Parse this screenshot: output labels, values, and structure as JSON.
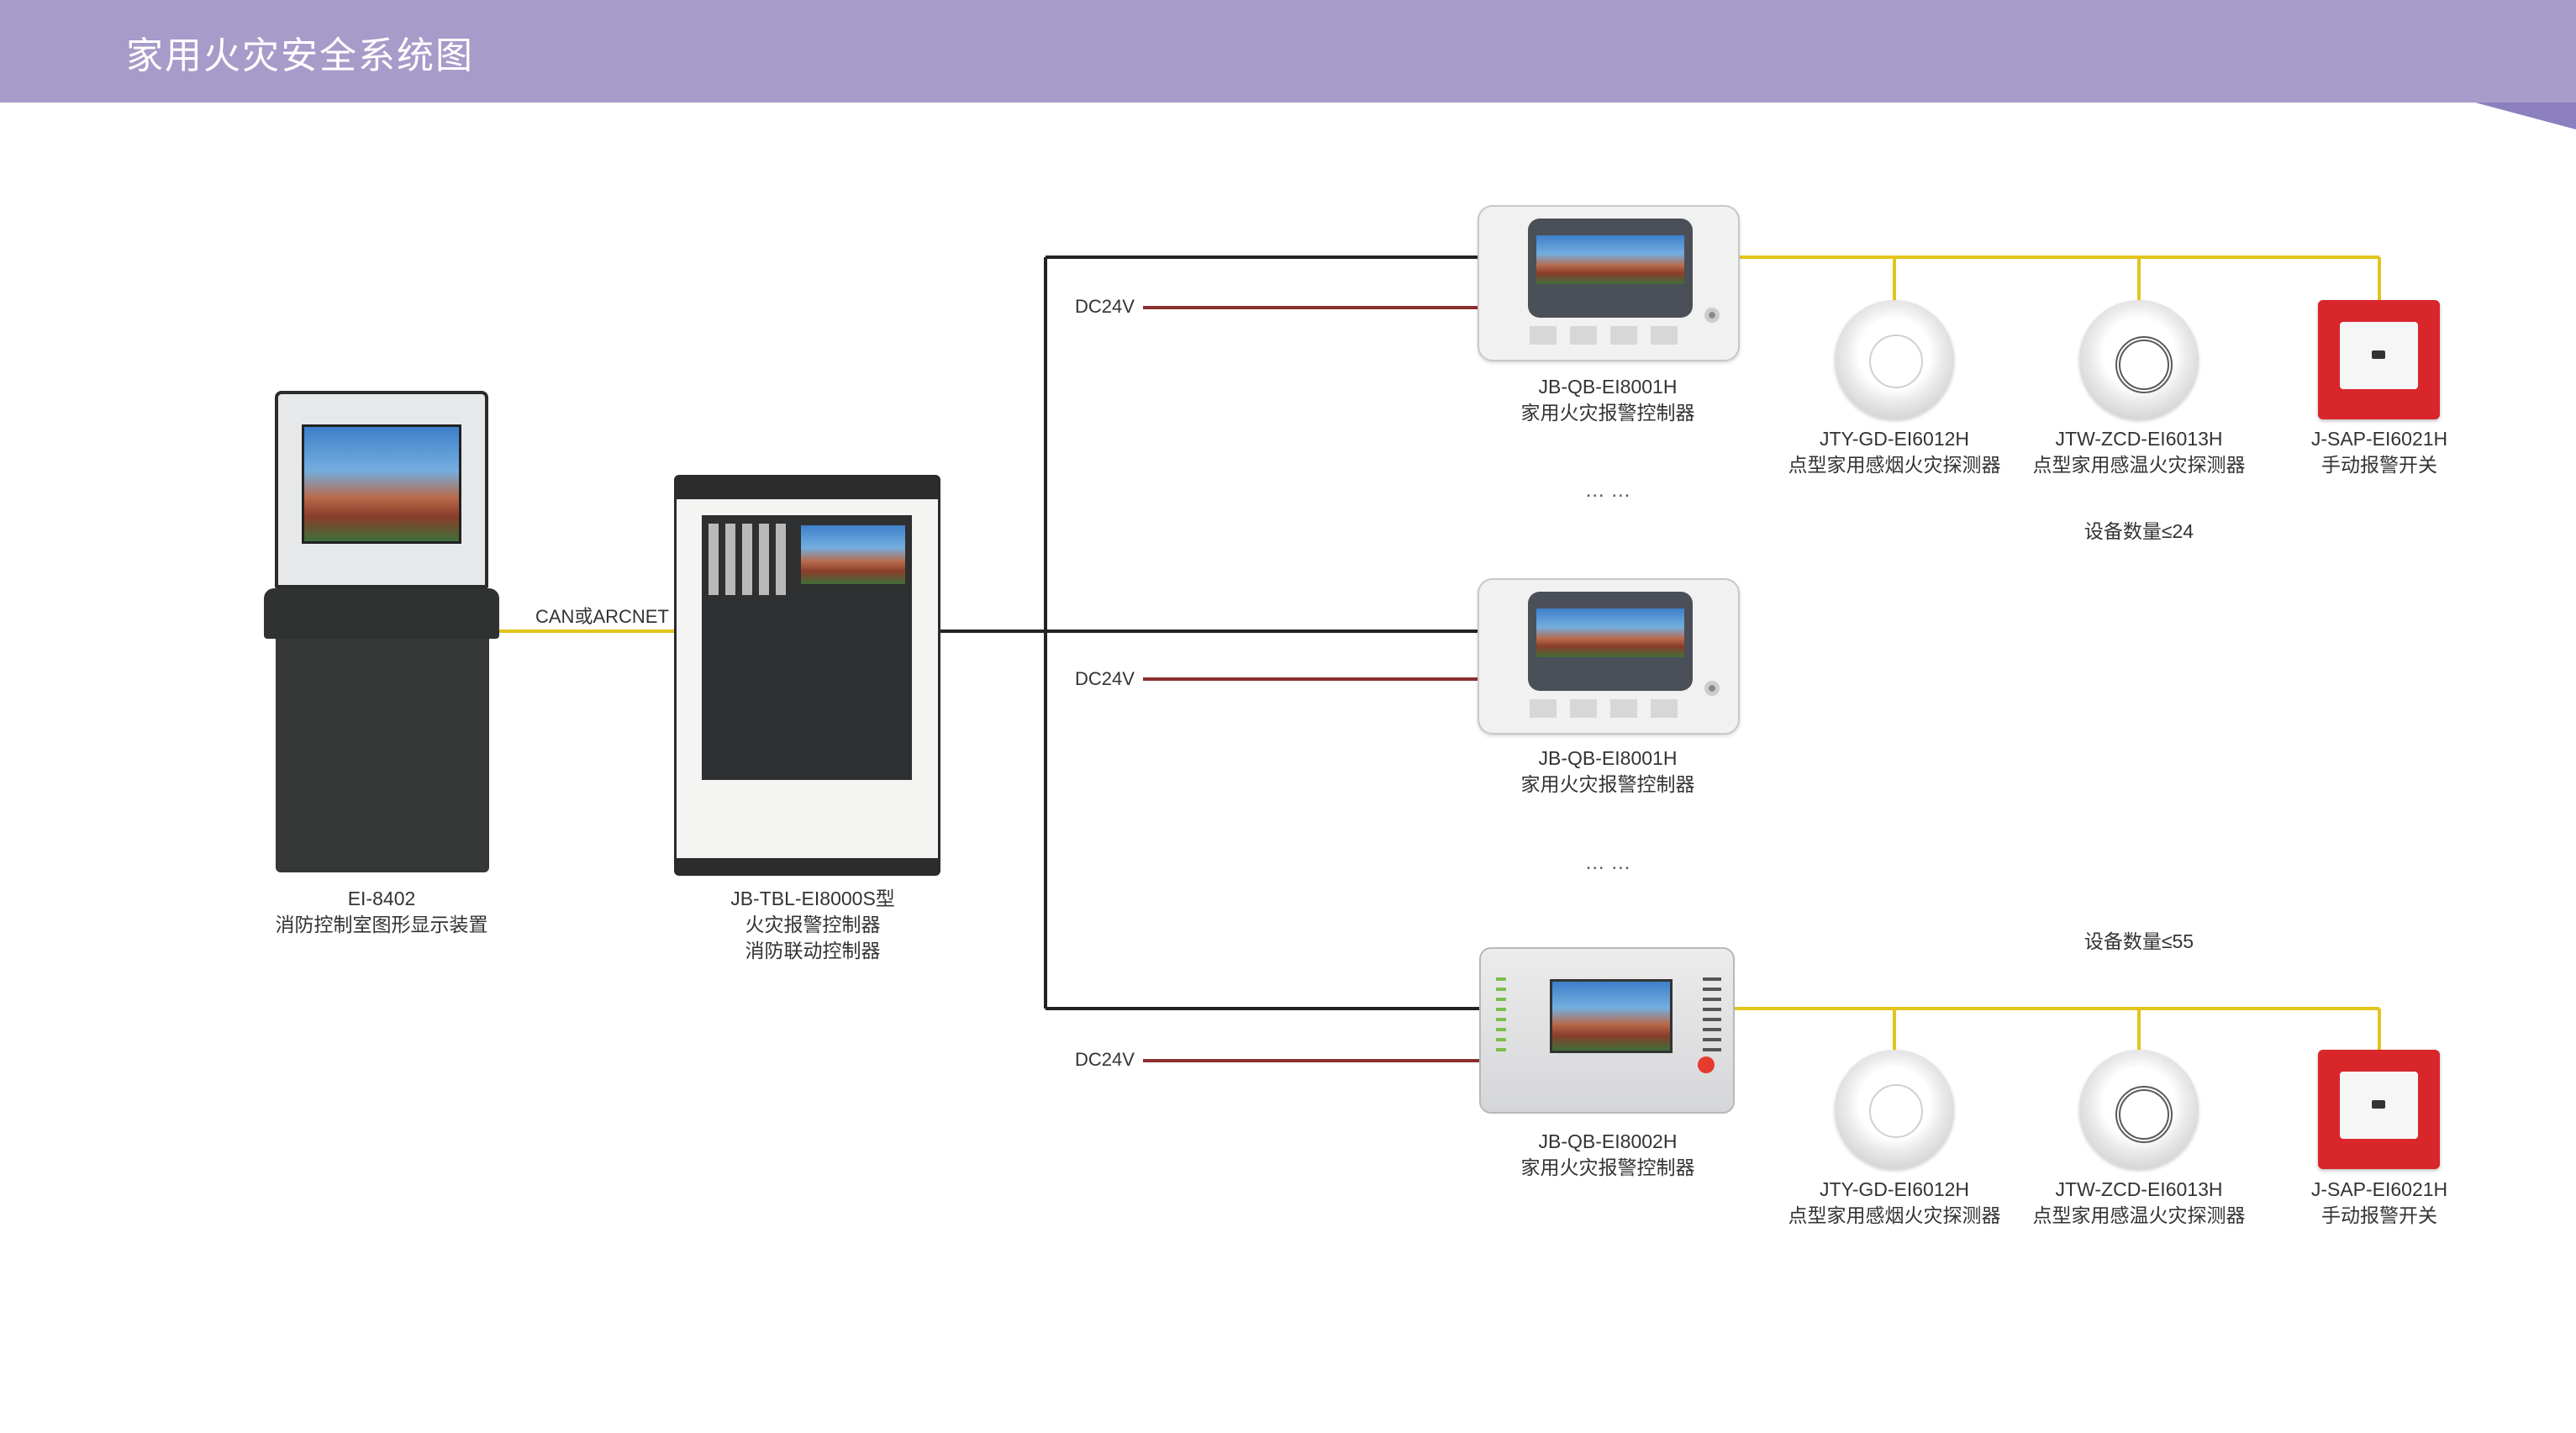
{
  "header": {
    "title": "家用火灾安全系统图"
  },
  "colors": {
    "header_bg": "#a79bc9",
    "bus_line": "#e2c51c",
    "power_line": "#8b2e2e",
    "main_line": "#222222"
  },
  "labels": {
    "can_bus": "CAN或ARCNET",
    "dc1": "DC24V",
    "dc2": "DC24V",
    "dc3": "DC24V",
    "dots1": "… …",
    "dots2": "… …",
    "count1": "设备数量≤24",
    "count2": "设备数量≤55"
  },
  "devices": {
    "cabinet": {
      "model": "EI-8402",
      "name": "消防控制室图形显示装置"
    },
    "panel": {
      "model": "JB-TBL-EI8000S型",
      "line2": "火灾报警控制器",
      "line3": "消防联动控制器"
    },
    "ctl1": {
      "model": "JB-QB-EI8001H",
      "name": "家用火灾报警控制器"
    },
    "ctl2": {
      "model": "JB-QB-EI8001H",
      "name": "家用火灾报警控制器"
    },
    "ctl3": {
      "model": "JB-QB-EI8002H",
      "name": "家用火灾报警控制器"
    },
    "smoke1": {
      "model": "JTY-GD-EI6012H",
      "name": "点型家用感烟火灾探测器"
    },
    "heat1": {
      "model": "JTW-ZCD-EI6013H",
      "name": "点型家用感温火灾探测器"
    },
    "mcp1": {
      "model": "J-SAP-EI6021H",
      "name": "手动报警开关"
    },
    "smoke2": {
      "model": "JTY-GD-EI6012H",
      "name": "点型家用感烟火灾探测器"
    },
    "heat2": {
      "model": "JTW-ZCD-EI6013H",
      "name": "点型家用感温火灾探测器"
    },
    "mcp2": {
      "model": "J-SAP-EI6021H",
      "name": "手动报警开关"
    }
  }
}
